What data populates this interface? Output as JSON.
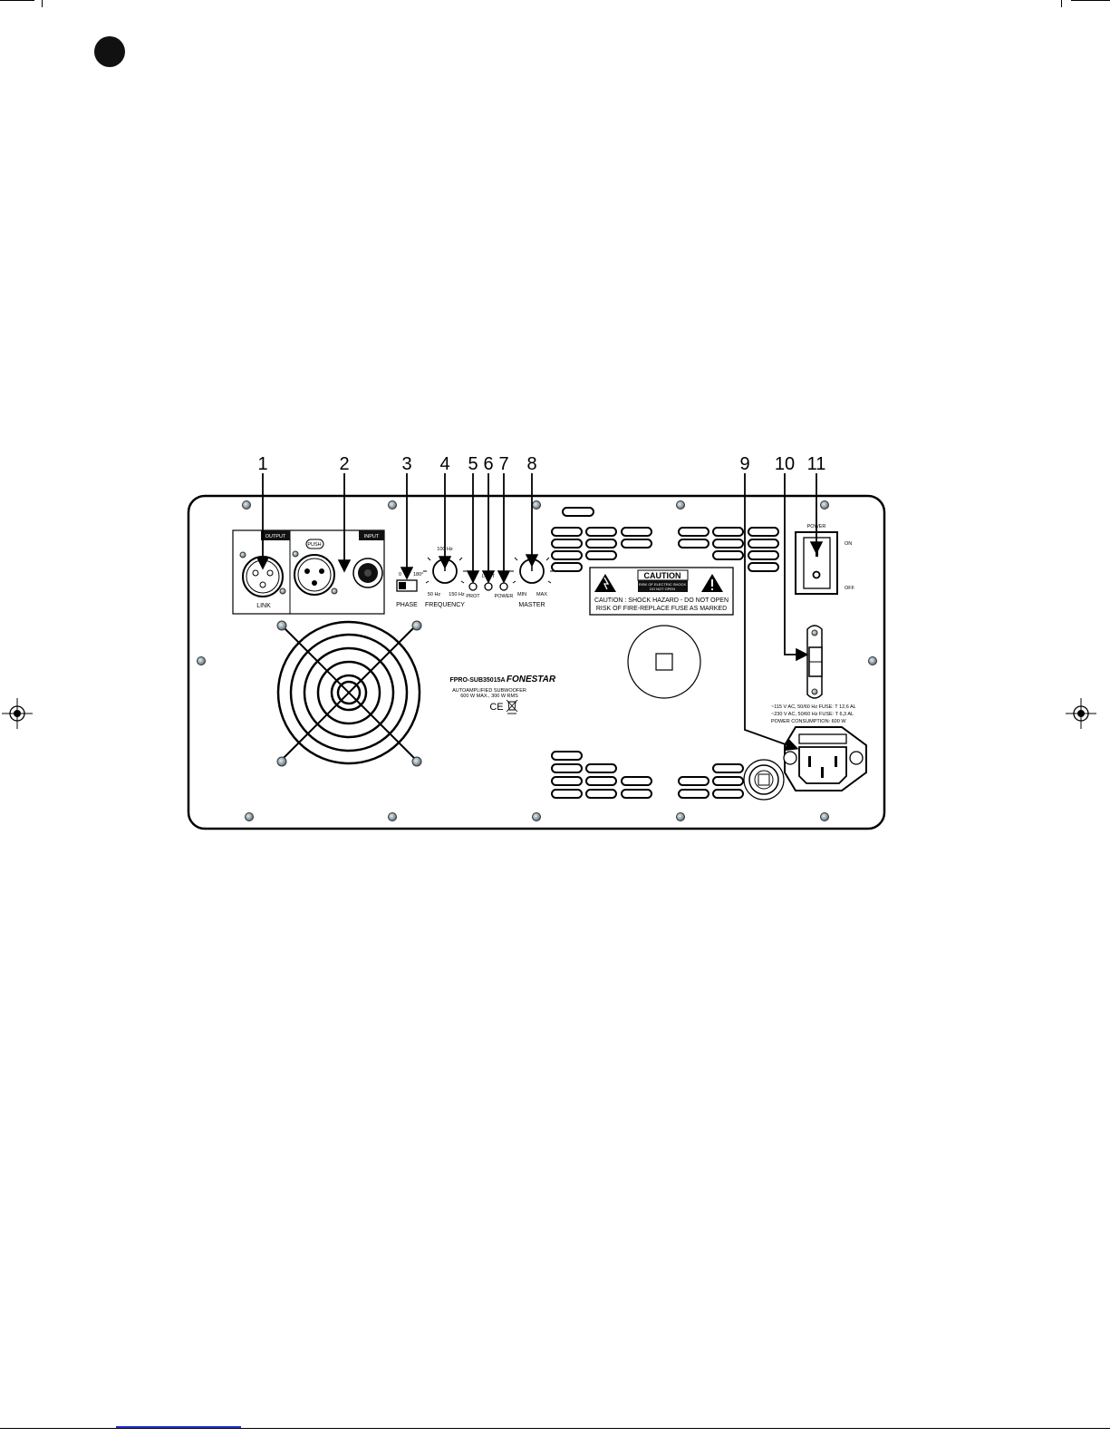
{
  "callouts": [
    "1",
    "2",
    "3",
    "4",
    "5",
    "6",
    "7",
    "8",
    "9",
    "10",
    "11"
  ],
  "panel": {
    "output_tag": "OUTPUT",
    "input_tag": "INPUT",
    "link_label": "LINK",
    "push_label": "PUSH",
    "phase": {
      "label": "PHASE",
      "left": "0",
      "right": "180°"
    },
    "frequency": {
      "label": "FREQUENCY",
      "min": "50 Hz",
      "max": "150 Hz",
      "top": "100 Hz"
    },
    "leds": {
      "prot": "PROT",
      "limit": "LIMIT",
      "power": "POWER"
    },
    "master": {
      "label": "MASTER",
      "min": "MIN",
      "max": "MAX"
    },
    "caution": {
      "title": "CAUTION",
      "sub1": "RISK OF ELECTRIC SHOCK",
      "sub2": "DO NOT OPEN",
      "line1": "CAUTION : SHOCK HAZARD - DO NOT OPEN",
      "line2": "RISK OF FIRE-REPLACE FUSE AS MARKED"
    },
    "brand": {
      "model": "FPRO-SUB35015A",
      "name": "FONESTAR",
      "desc1": "AUTOAMPLIFIED SUBWOOFER",
      "desc2": "600 W MAX., 300 W RMS",
      "ce": "CE"
    },
    "power_switch": {
      "label": "POWER",
      "on": "ON",
      "off": "OFF"
    },
    "mains": {
      "line1": "~115 V AC, 50/60 Hz FUSE: T 12,6 AL",
      "line2": "~230 V AC, 50/60 Hz FUSE: T 6,3 AL",
      "line3": "POWER CONSUMPTION: 600 W"
    }
  }
}
